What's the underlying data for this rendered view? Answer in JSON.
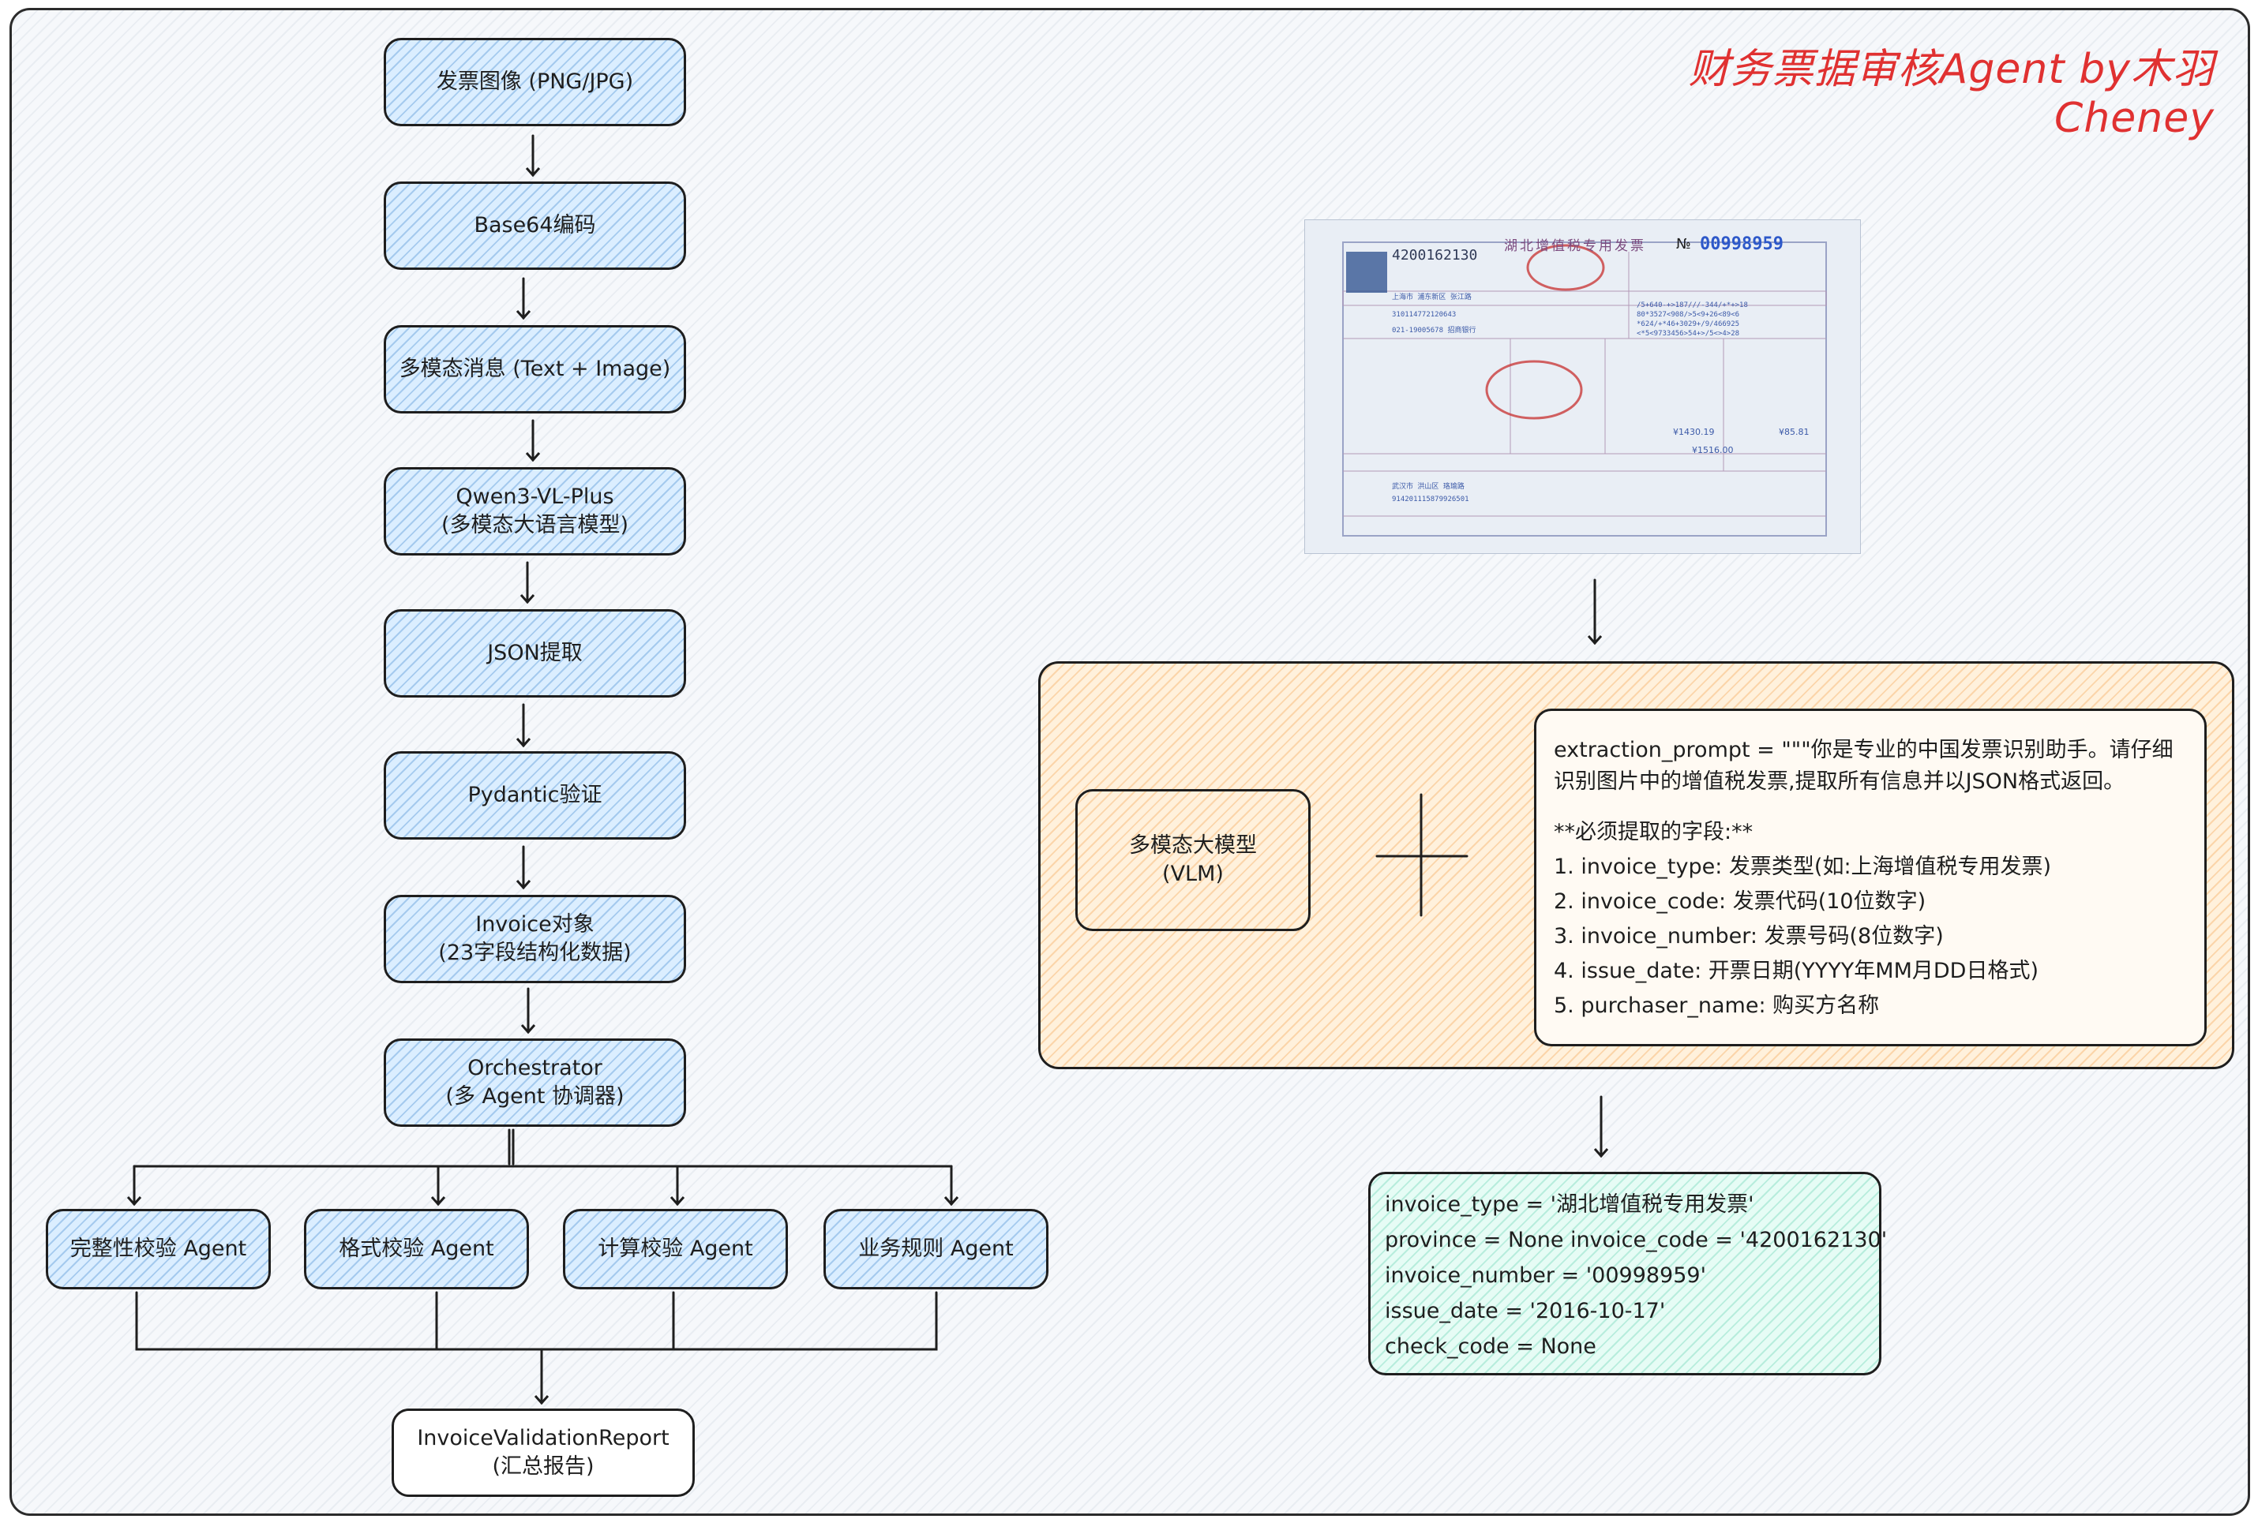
{
  "title": "财务票据审核Agent by木羽Cheney",
  "flow": {
    "invoice_image": "发票图像 (PNG/JPG)",
    "base64": "Base64编码",
    "multimodal_msg": "多模态消息 (Text + Image)",
    "qwen_line1": "Qwen3-VL-Plus",
    "qwen_line2": "(多模态大语言模型)",
    "json_extract": "JSON提取",
    "pydantic": "Pydantic验证",
    "invoice_obj_line1": "Invoice对象",
    "invoice_obj_line2": "(23字段结构化数据)",
    "orch_line1": "Orchestrator",
    "orch_line2": "(多 Agent 协调器)",
    "agent_completeness": "完整性校验 Agent",
    "agent_format": "格式校验 Agent",
    "agent_calc": "计算校验 Agent",
    "agent_business": "业务规则 Agent",
    "report_line1": "InvoiceValidationReport",
    "report_line2": "(汇总报告)"
  },
  "invoice_image": {
    "code": "4200162130",
    "header": "湖北增值税专用发票",
    "number_prefix": "№",
    "number": "00998959",
    "amount1": "¥1430.19",
    "amount2": "¥85.81",
    "total": "¥1516.00"
  },
  "vlm": {
    "line1": "多模态大模型",
    "line2": "(VLM)"
  },
  "prompt": {
    "intro": "extraction_prompt = \"\"\"你是专业的中国发票识别助手。请仔细识别图片中的增值税发票,提取所有信息并以JSON格式返回。",
    "required": "**必须提取的字段:**",
    "fields": [
      "1. invoice_type: 发票类型(如:上海增值税专用发票)",
      "2. invoice_code: 发票代码(10位数字)",
      "3. invoice_number: 发票号码(8位数字)",
      "4. issue_date: 开票日期(YYYY年MM月DD日格式)",
      "5. purchaser_name: 购买方名称"
    ]
  },
  "result": [
    "invoice_type = '湖北增值税专用发票'",
    "province = None invoice_code = '4200162130'",
    "invoice_number = '00998959'",
    "issue_date = '2016-10-17'",
    "check_code = None"
  ],
  "colors": {
    "title": "#e03131",
    "flow_fill": "#dbeeff",
    "panel_fill": "#fff1dc",
    "result_fill": "#e6fcf5",
    "stroke": "#1e1e1e"
  }
}
